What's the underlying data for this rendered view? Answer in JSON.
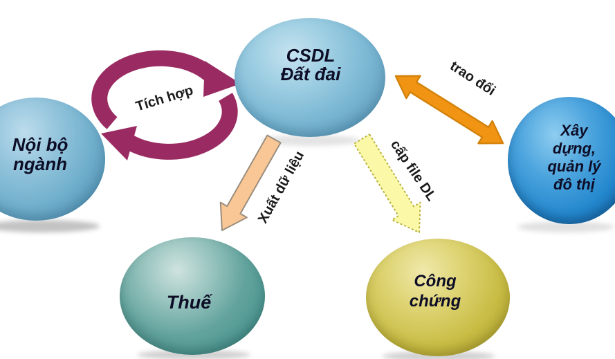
{
  "diagram": {
    "background_color": "#ffffff",
    "node_text_color": "#0d0d26",
    "edge_text_color": "#1b1b1b",
    "nodes": {
      "csdl_dat_dai": {
        "lines": [
          "CSDL",
          "Đất đai"
        ],
        "fill": "#7ab7d3"
      },
      "noi_bo_nganh": {
        "lines": [
          "Nội bộ",
          "ngành"
        ],
        "fill": "#70afcc"
      },
      "xay_dung_quan_ly_do_thi": {
        "lines": [
          "Xây",
          "dựng,",
          "quản lý",
          "đô thị"
        ],
        "fill": "#2387cd"
      },
      "thue": {
        "lines": [
          "Thuế"
        ],
        "fill": "#4f9792"
      },
      "cong_chung": {
        "lines": [
          "Công",
          "chứng"
        ],
        "fill": "#c8bc44"
      }
    },
    "edges": {
      "tich_hop": {
        "label": "Tích hợp",
        "color": "#9a2b62",
        "style": "circular-cycle-arrows"
      },
      "trao_doi": {
        "label": "trao đổi",
        "color": "#f29413",
        "stroke": "#d3820a",
        "style": "double-headed-arrow"
      },
      "xuat_du_lieu": {
        "label": "Xuất dữ liệu",
        "color": "#f9c795",
        "stroke": "#9b8d7d",
        "style": "solid-arrow"
      },
      "cap_file_dl": {
        "label": "cấp file DL",
        "color": "#fbf9a8",
        "stroke": "#b9b13e",
        "style": "dashed-arrow"
      }
    }
  }
}
